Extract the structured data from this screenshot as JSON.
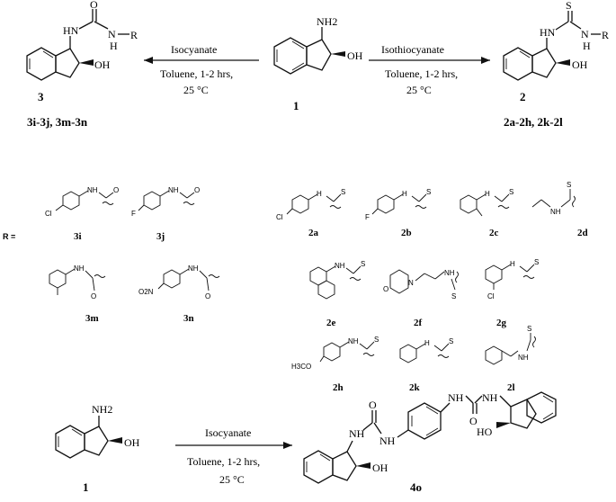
{
  "top_scheme": {
    "compound_center_label": "1",
    "compound_center_nh2": "NH2",
    "compound_center_oh": "OH",
    "left_reagent": "Isocyanate",
    "left_conditions_1": "Toluene, 1-2 hrs,",
    "left_conditions_2": "25 °C",
    "right_reagent": "Isothiocyanate",
    "right_conditions_1": "Toluene, 1-2 hrs,",
    "right_conditions_2": "25 °C",
    "left_product_label": "3",
    "left_product_range": "3i-3j, 3m-3n",
    "right_product_label": "2",
    "right_product_range": "2a-2h, 2k-2l",
    "atom_o": "O",
    "atom_s": "S",
    "atom_hn": "HN",
    "atom_nh": "N",
    "atom_h": "H",
    "atom_r": "R",
    "atom_oh": "OH"
  },
  "r_groups": {
    "r_label": "R =",
    "items": [
      {
        "id": "3i",
        "sub": "Cl"
      },
      {
        "id": "3j",
        "sub": "F"
      },
      {
        "id": "3m",
        "sub": ""
      },
      {
        "id": "3n",
        "sub": "O2N"
      },
      {
        "id": "2a",
        "sub": "Cl"
      },
      {
        "id": "2b",
        "sub": "F"
      },
      {
        "id": "2c",
        "sub": ""
      },
      {
        "id": "2d",
        "sub": ""
      },
      {
        "id": "2e",
        "sub": ""
      },
      {
        "id": "2f",
        "sub": ""
      },
      {
        "id": "2g",
        "sub": "Cl"
      },
      {
        "id": "2h",
        "sub": "H3CO"
      },
      {
        "id": "2k",
        "sub": ""
      },
      {
        "id": "2l",
        "sub": ""
      }
    ],
    "atom_nh": "NH",
    "atom_n": "N",
    "atom_o": "O",
    "atom_s": "S",
    "atom_h": "H"
  },
  "bottom_scheme": {
    "reactant_label": "1",
    "reactant_nh2": "NH2",
    "reactant_oh": "OH",
    "reagent": "Isocyanate",
    "conditions_1": "Toluene, 1-2 hrs,",
    "conditions_2": "25 °C",
    "product_label": "4o",
    "atom_o1": "O",
    "atom_o2": "O",
    "atom_nh1": "NH",
    "atom_nh2": "NH",
    "atom_nh3": "NH",
    "atom_nh4": "NH",
    "atom_oh1": "OH",
    "atom_oh2": "HO"
  }
}
